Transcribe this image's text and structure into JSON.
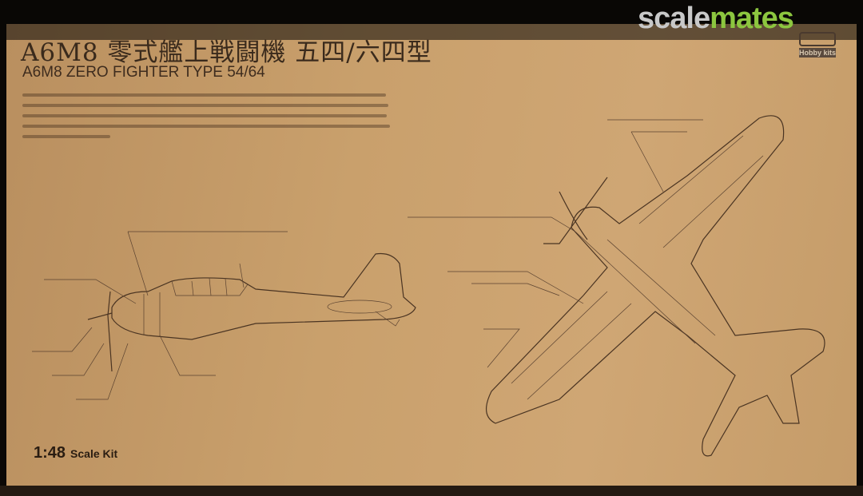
{
  "watermark": {
    "part1": "scale",
    "part2": "mates"
  },
  "box": {
    "title_jp": "A6M8 零式艦上戦闘機 五四/六四型",
    "title_en": "A6M8 ZERO FIGHTER TYPE 54/64",
    "scale_number": "1:48",
    "scale_label": "Scale Kit",
    "logo_text": "Hobby kits"
  },
  "colors": {
    "box": "#c9a06c",
    "ink": "#3a2a1c",
    "watermark_green": "#8cc63f",
    "watermark_gray": "#c8c8c8"
  }
}
